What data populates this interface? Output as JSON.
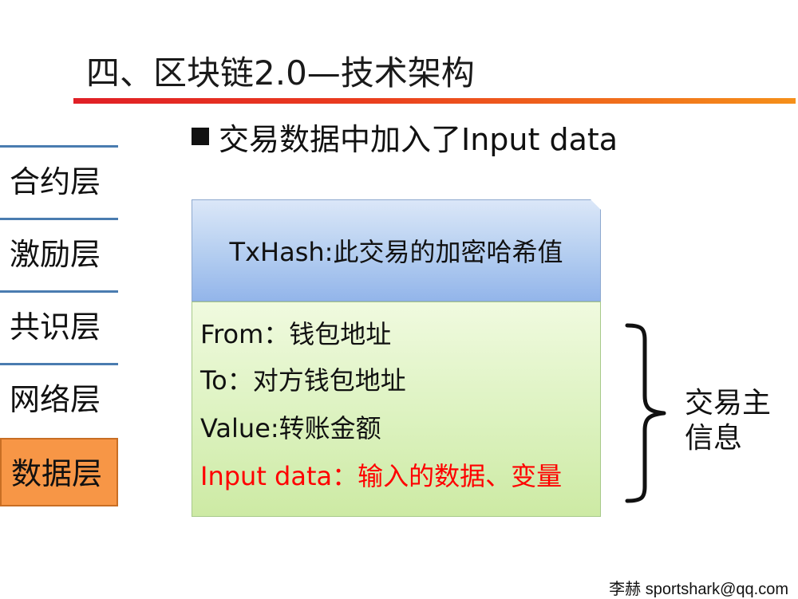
{
  "slide": {
    "title": "四、区块链2.0—技术架构",
    "bullet": "交易数据中加入了Input data"
  },
  "sidebar": {
    "items": [
      {
        "label": "合约层",
        "active": false
      },
      {
        "label": "激励层",
        "active": false
      },
      {
        "label": "共识层",
        "active": false
      },
      {
        "label": "网络层",
        "active": false
      },
      {
        "label": "数据层",
        "active": true
      }
    ]
  },
  "transaction": {
    "header": "TxHash:此交易的加密哈希值",
    "fields": [
      {
        "text": "From：钱包地址",
        "color": "#111111"
      },
      {
        "text": "To：对方钱包地址",
        "color": "#111111"
      },
      {
        "text": "Value:转账金额",
        "color": "#111111"
      },
      {
        "text": "Input data：输入的数据、变量",
        "color": "#ff0000"
      }
    ]
  },
  "brace_label": {
    "line1": "交易主",
    "line2": "信息"
  },
  "footer": "李赫 sportshark@qq.com",
  "colors": {
    "title_rule_start": "#e01f26",
    "title_rule_end": "#f5901a",
    "sidebar_divider": "#4a7cb0",
    "active_layer": "#f79646",
    "header_fill": "#b3cdf0",
    "body_fill": "#dcf2bf",
    "highlight_text": "#ff0000"
  }
}
